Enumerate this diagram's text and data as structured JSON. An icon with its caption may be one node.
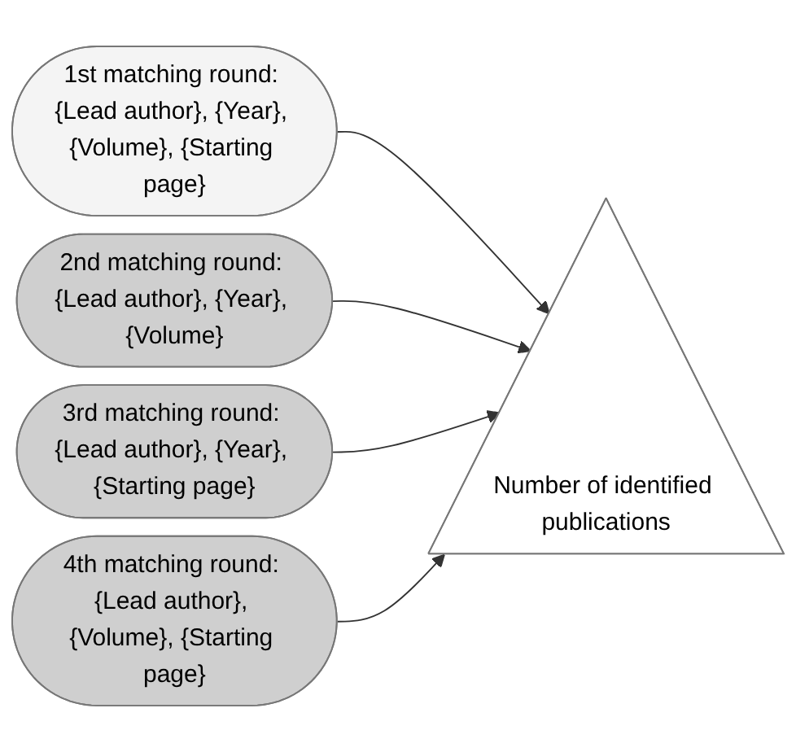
{
  "diagram": {
    "nodes": [
      {
        "text": [
          "1st matching round: {Lead author}, {Year}, {Volume}, {Starting page}"
        ]
      },
      {
        "text": [
          "2nd matching round: {Lead author}, {Year}, {Volume}"
        ]
      },
      {
        "text": [
          "3rd matching round: {Lead author}, {Year}, {Starting page}"
        ]
      },
      {
        "text": [
          "4th matching round: {Lead author}, {Volume}, {Starting page}"
        ]
      },
      {
        "text": [
          "Number of identified publications"
        ]
      }
    ],
    "edges": [
      {
        "from": 0,
        "to": 4,
        "arrow": "to"
      },
      {
        "from": 1,
        "to": 4,
        "arrow": "to"
      },
      {
        "from": 2,
        "to": 4,
        "arrow": "to"
      },
      {
        "from": 3,
        "to": 4,
        "arrow": "to"
      }
    ]
  }
}
